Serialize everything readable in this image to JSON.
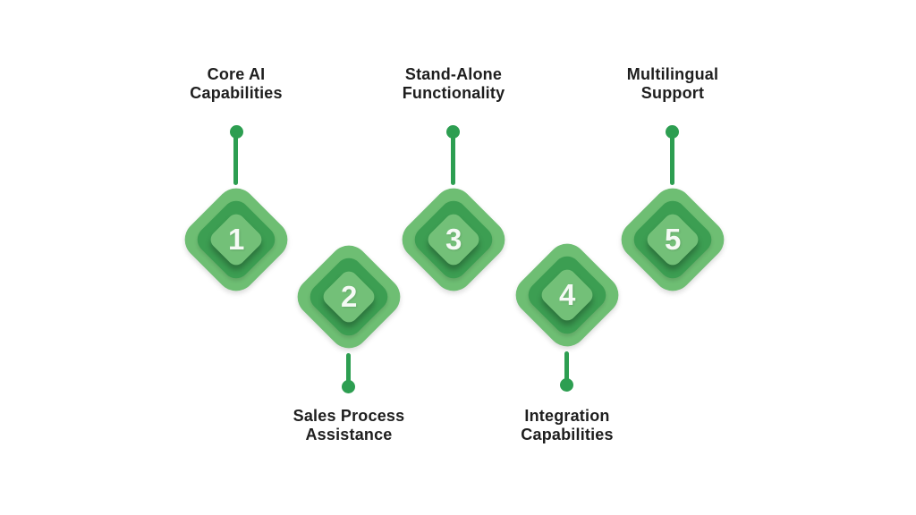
{
  "colors": {
    "canvas_background": "#ffffff",
    "diamond_outer": "#6ebe73",
    "diamond_ring": "#3c9e52",
    "diamond_inner": "#73c078",
    "connector": "#2d9e51",
    "label_text": "#1e1e1e",
    "number_text": "#f5faf5"
  },
  "items": [
    {
      "number": "1",
      "label_line1": "Core AI",
      "label_line2": "Capabilities",
      "position": "top"
    },
    {
      "number": "2",
      "label_line1": "Sales Process",
      "label_line2": "Assistance",
      "position": "bottom"
    },
    {
      "number": "3",
      "label_line1": "Stand-Alone",
      "label_line2": "Functionality",
      "position": "top"
    },
    {
      "number": "4",
      "label_line1": "Integration",
      "label_line2": "Capabilities",
      "position": "bottom"
    },
    {
      "number": "5",
      "label_line1": "Multilingual",
      "label_line2": "Support",
      "position": "top"
    }
  ]
}
